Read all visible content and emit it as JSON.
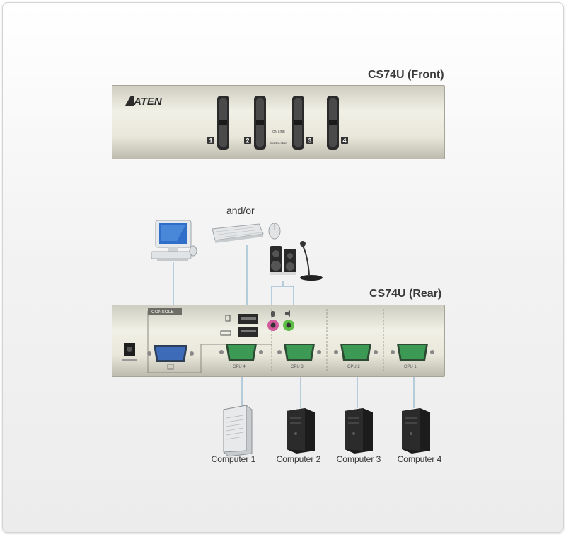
{
  "front": {
    "title": "CS74U (Front)",
    "brand": "ATEN",
    "ports": [
      "1",
      "2",
      "3",
      "4"
    ],
    "led_labels": {
      "online": "ON LINE",
      "selected": "SELECTED"
    }
  },
  "rear": {
    "title": "CS74U (Rear)",
    "console_label": "CONSOLE",
    "cpu_ports": [
      "CPU 4",
      "CPU 3",
      "CPU 2",
      "CPU 1"
    ]
  },
  "peripherals": {
    "and_or": "and/or"
  },
  "computers": [
    "Computer 1",
    "Computer 2",
    "Computer 3",
    "Computer 4"
  ],
  "colors": {
    "connector_line": "#8cb5cd",
    "vga_blue": "#3d6bb7",
    "vga_green": "#3c9a55",
    "panel": "#e9e7da"
  }
}
